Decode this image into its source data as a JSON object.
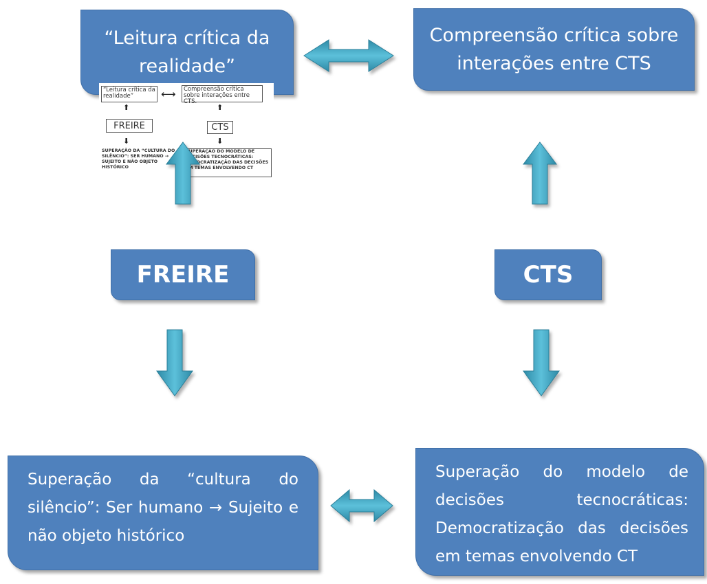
{
  "diagram": {
    "top_left_box": "“Leitura crítica da realidade”",
    "top_right_box": "Compreensão crítica sobre interações entre CTS",
    "freire_box": "FREIRE",
    "cts_box": "CTS",
    "bottom_left_box": "Superação da “cultura do silêncio”: Ser humano → Sujeito e não objeto histórico",
    "bottom_right_box": "Superação do modelo de decisões tecnocráticas: Democratização das decisões em temas envolvendo CT"
  },
  "reference_image": {
    "box_top_left": "“Leitura crítica da realidade”",
    "box_top_right": "Compreensão crítica sobre interações entre CTS.",
    "box_freire": "FREIRE",
    "box_cts": "CTS",
    "box_bottom_left": "SUPERAÇÃO DA “CULTURA DO SILÊNCIO”: Ser humano → Sujeito e não objeto histórico",
    "box_bottom_right": "SUPERAÇÃO DO MODELO DE DECISÕES TECNOCRÁTICAS: Democratização das decisões em temas envolvendo CT",
    "arrow_up": "⬆",
    "arrow_down": "⬇",
    "arrow_both": "⟷"
  },
  "colors": {
    "box_fill": "#4f81bd",
    "box_text": "#ffffff",
    "arrow_fill": "#4bacc6"
  }
}
